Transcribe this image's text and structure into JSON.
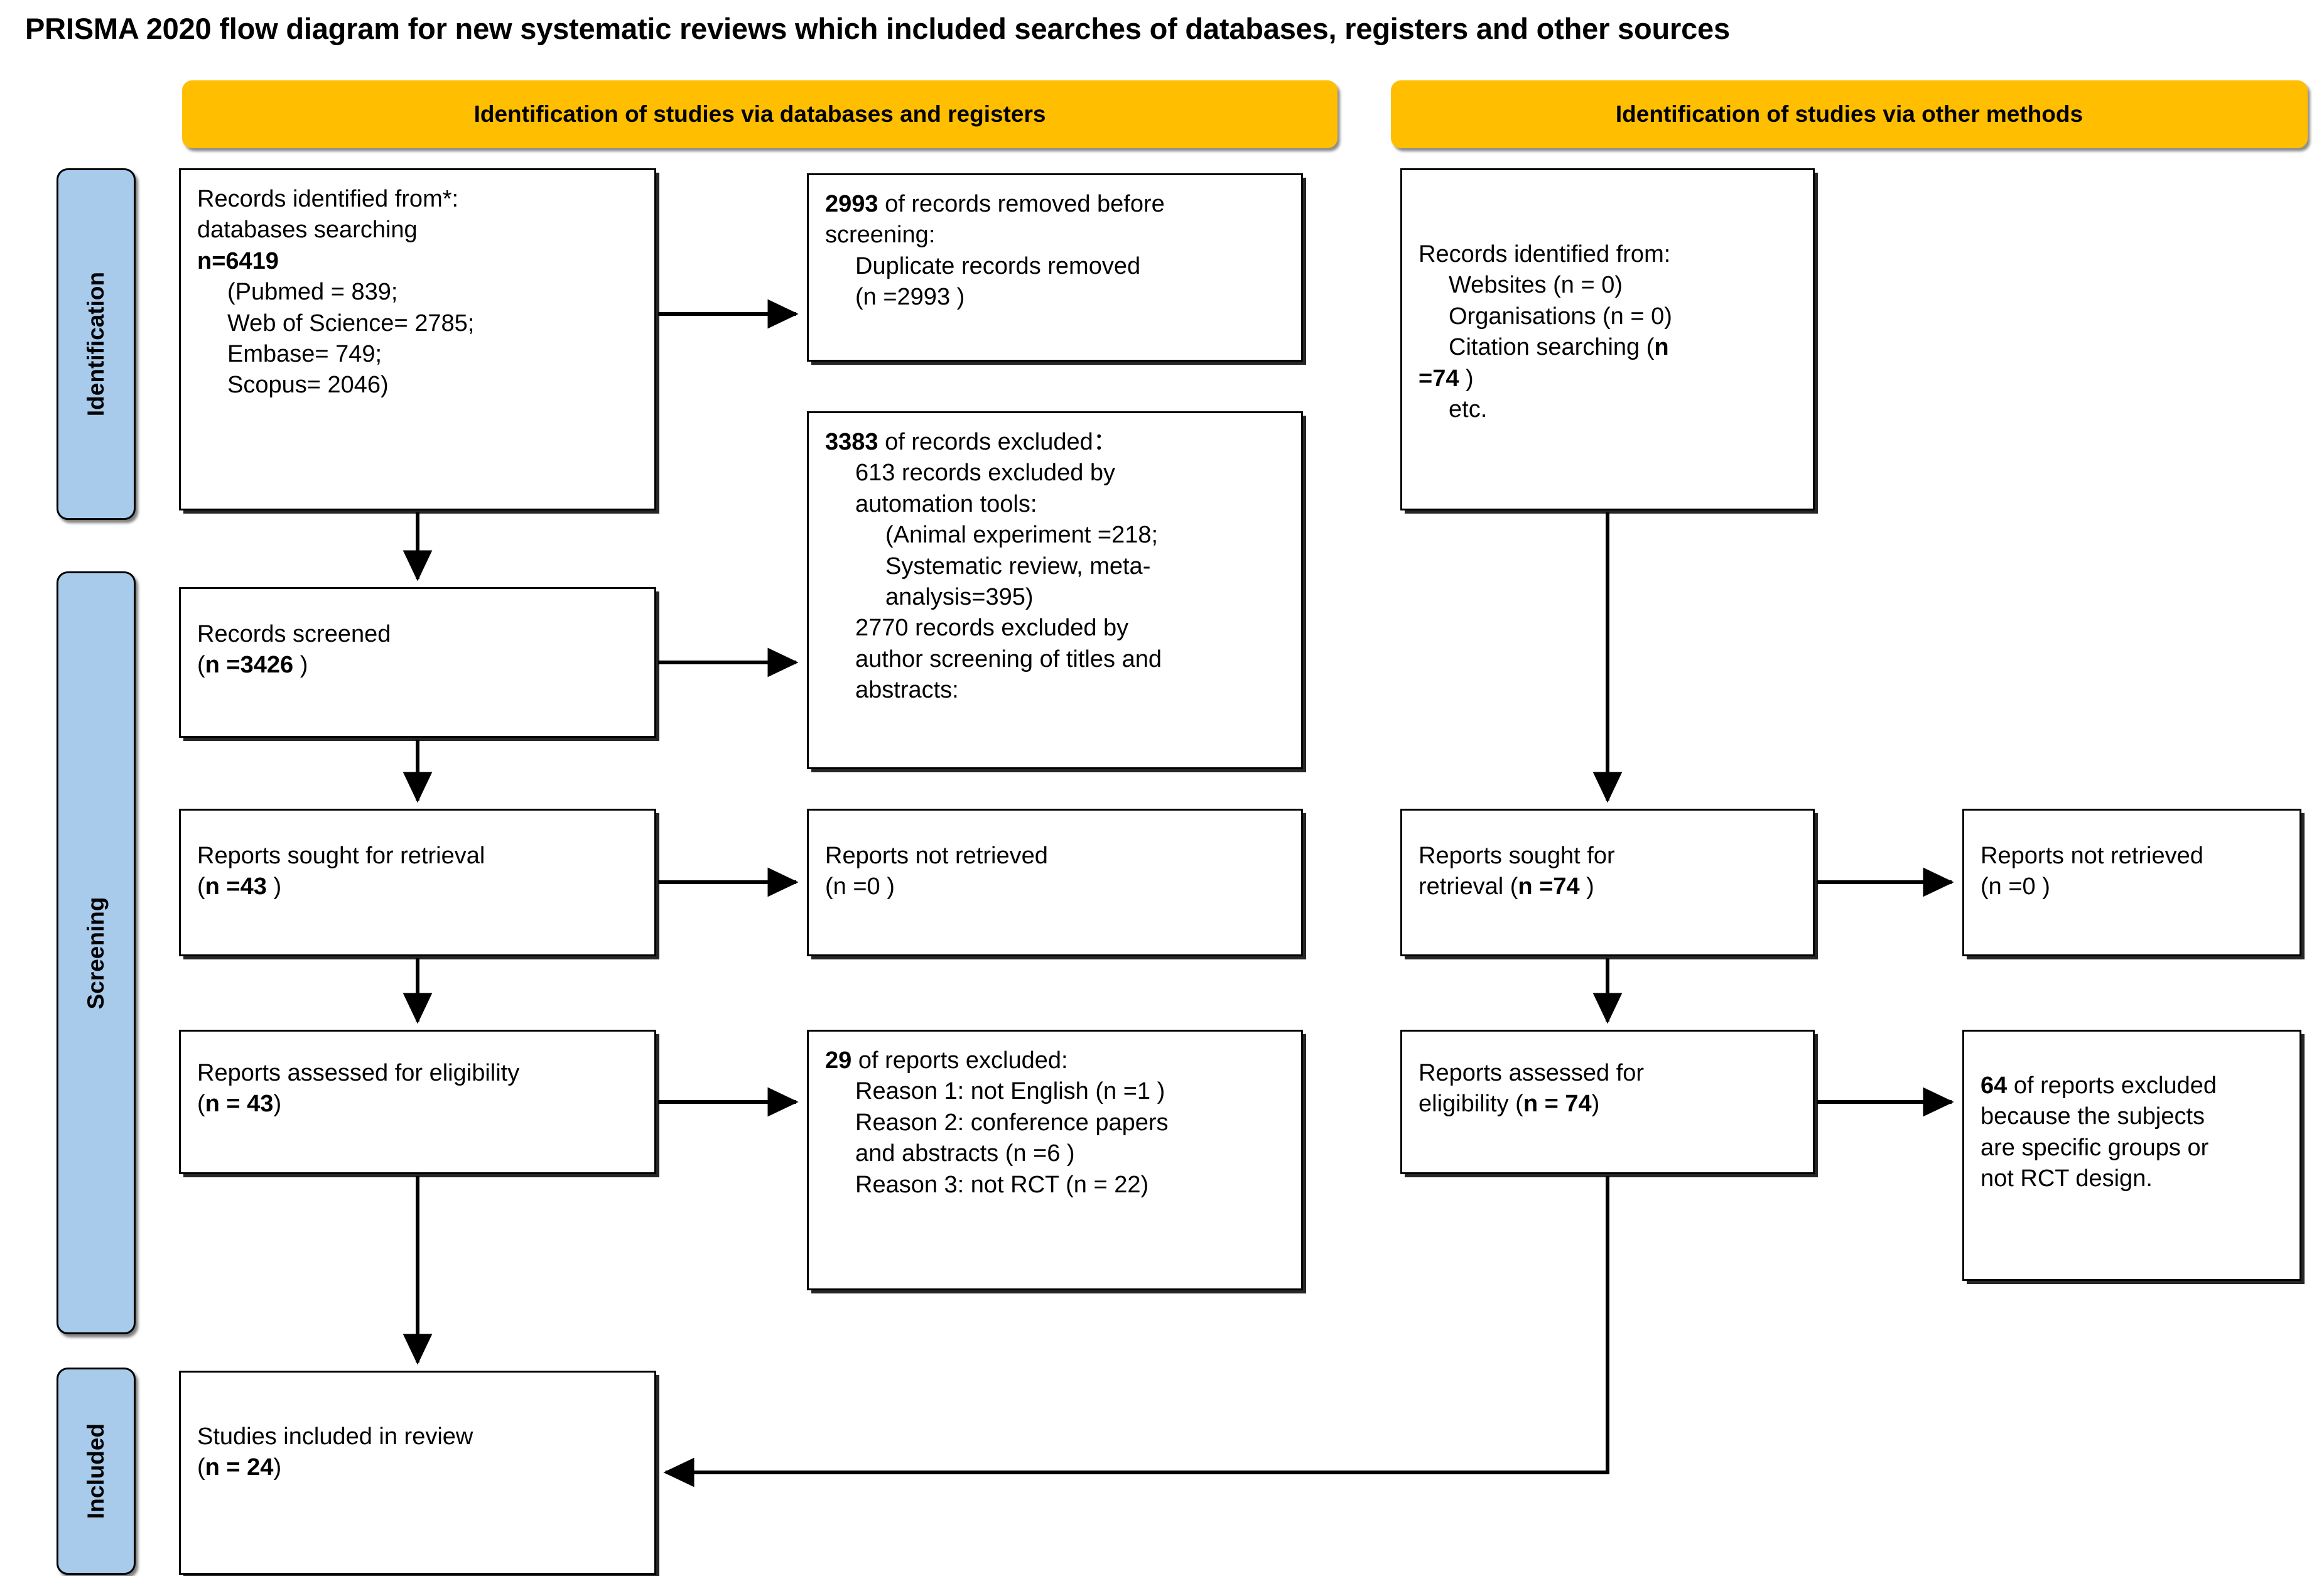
{
  "title": "PRISMA 2020 flow diagram for new systematic reviews which included searches of databases, registers and other sources",
  "colors": {
    "banner": "#FFBF00",
    "stage_label": "#A8CBEC",
    "box_border": "#000000",
    "box_fill": "#FFFFFF"
  },
  "banners": {
    "left": "Identification of studies via databases and registers",
    "right": "Identification of studies via other methods"
  },
  "stages": {
    "identification": "Identification",
    "screening": "Screening",
    "included": "Included"
  },
  "boxes": {
    "records_identified": {
      "l1": "Records identified from*:",
      "l2": "databases searching",
      "l3": "n=6419",
      "l4": "(Pubmed = 839;",
      "l5": "Web of Science= 2785;",
      "l6": "Embase= 749;",
      "l7": "Scopus= 2046)"
    },
    "records_removed": {
      "l1_bold": "2993",
      "l1_rest": " of records removed before",
      "l2": "screening:",
      "l3": "Duplicate records removed",
      "l4": "(n =2993 )"
    },
    "records_screened": {
      "l1": "Records screened",
      "l2_pre": "(",
      "l2_bold": "n =3426",
      "l2_post": " )"
    },
    "records_excluded": {
      "l1_bold": "3383",
      "l1_rest": " of records excluded：",
      "l2": "613 records excluded by",
      "l3": "automation tools:",
      "l4": "(Animal experiment =218;",
      "l5": "Systematic review, meta-",
      "l6": "analysis=395)",
      "l7": "2770 records excluded by",
      "l8": "author screening of titles and",
      "l9": "abstracts:"
    },
    "reports_sought_left": {
      "l1": "Reports sought for retrieval",
      "l2_pre": "(",
      "l2_bold": "n =43",
      "l2_post": " )"
    },
    "reports_not_retrieved_left": {
      "l1": "Reports not retrieved",
      "l2": "(n =0 )"
    },
    "reports_assessed_left": {
      "l1": "Reports assessed for eligibility",
      "l2_pre": "(",
      "l2_bold": "n = 43",
      "l2_post": ")"
    },
    "reports_excluded_left": {
      "l1_bold": "29",
      "l1_rest": " of reports excluded:",
      "l2": "Reason 1: not English (n =1 )",
      "l3": "Reason 2: conference papers",
      "l4": "and abstracts (n =6 )",
      "l5": "Reason 3: not RCT (n = 22)"
    },
    "records_identified_other": {
      "l1": "Records identified from:",
      "l2": "Websites (n = 0)",
      "l3": "Organisations (n = 0)",
      "l4_pre": "Citation searching (",
      "l4_bold": "n",
      "l5_bold": "=74",
      "l5_post": " )",
      "l6": "etc."
    },
    "reports_sought_right": {
      "l1": "Reports sought for",
      "l2_pre": "retrieval (",
      "l2_bold": "n =74",
      "l2_post": " )"
    },
    "reports_not_retrieved_right": {
      "l1": "Reports not retrieved",
      "l2": "(n =0 )"
    },
    "reports_assessed_right": {
      "l1": "Reports assessed for",
      "l2_pre": "eligibility (",
      "l2_bold": "n = 74",
      "l2_post": ")"
    },
    "reports_excluded_right": {
      "l1_bold": "64",
      "l1_rest": " of reports excluded",
      "l2": "because the subjects",
      "l3": "are specific groups or",
      "l4": "not RCT design."
    },
    "studies_included": {
      "l1": "Studies included in review",
      "l2_pre": "(",
      "l2_bold": "n = 24",
      "l2_post": ")"
    }
  }
}
